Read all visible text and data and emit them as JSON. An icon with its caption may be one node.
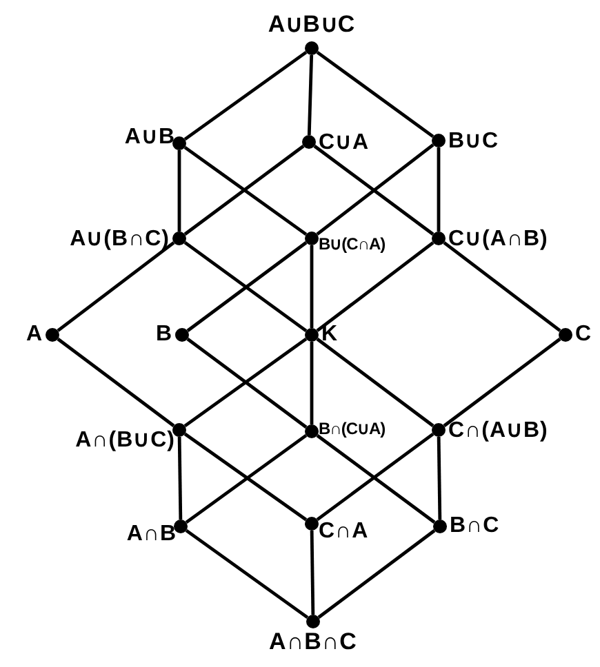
{
  "diagram": {
    "nodes": [
      {
        "text": [
          "A∪B∪C"
        ]
      },
      {
        "text": [
          "A∪B"
        ]
      },
      {
        "text": [
          "C∪A"
        ]
      },
      {
        "text": [
          "B∪C"
        ]
      },
      {
        "text": [
          "A∪(B∩C)"
        ]
      },
      {
        "text": [
          "B∪(C∩A)"
        ]
      },
      {
        "text": [
          "C∪(A∩B)"
        ]
      },
      {
        "text": [
          "A"
        ]
      },
      {
        "text": [
          "B"
        ]
      },
      {
        "text": [
          "K"
        ]
      },
      {
        "text": [
          "C"
        ]
      },
      {
        "text": [
          "A∩(B∪C)"
        ]
      },
      {
        "text": [
          "B∩(C∪A)"
        ]
      },
      {
        "text": [
          "C∩(A∪B)"
        ]
      },
      {
        "text": [
          "A∩B"
        ]
      },
      {
        "text": [
          "C∩A"
        ]
      },
      {
        "text": [
          "B∩C"
        ]
      },
      {
        "text": [
          "A∩B∩C"
        ]
      }
    ],
    "edges": [
      {
        "from": 0,
        "to": 1,
        "arrow": "none"
      },
      {
        "from": 0,
        "to": 2,
        "arrow": "none"
      },
      {
        "from": 0,
        "to": 3,
        "arrow": "none"
      },
      {
        "from": 1,
        "to": 4,
        "arrow": "none"
      },
      {
        "from": 1,
        "to": 5,
        "arrow": "none"
      },
      {
        "from": 2,
        "to": 4,
        "arrow": "none"
      },
      {
        "from": 2,
        "to": 6,
        "arrow": "none"
      },
      {
        "from": 3,
        "to": 5,
        "arrow": "none"
      },
      {
        "from": 3,
        "to": 6,
        "arrow": "none"
      },
      {
        "from": 4,
        "to": 7,
        "arrow": "none"
      },
      {
        "from": 4,
        "to": 9,
        "arrow": "none"
      },
      {
        "from": 5,
        "to": 8,
        "arrow": "none"
      },
      {
        "from": 5,
        "to": 9,
        "arrow": "none"
      },
      {
        "from": 6,
        "to": 9,
        "arrow": "none"
      },
      {
        "from": 6,
        "to": 10,
        "arrow": "none"
      },
      {
        "from": 7,
        "to": 11,
        "arrow": "none"
      },
      {
        "from": 8,
        "to": 12,
        "arrow": "none"
      },
      {
        "from": 9,
        "to": 11,
        "arrow": "none"
      },
      {
        "from": 9,
        "to": 12,
        "arrow": "none"
      },
      {
        "from": 9,
        "to": 13,
        "arrow": "none"
      },
      {
        "from": 10,
        "to": 13,
        "arrow": "none"
      },
      {
        "from": 11,
        "to": 14,
        "arrow": "none"
      },
      {
        "from": 11,
        "to": 15,
        "arrow": "none"
      },
      {
        "from": 12,
        "to": 14,
        "arrow": "none"
      },
      {
        "from": 12,
        "to": 16,
        "arrow": "none"
      },
      {
        "from": 13,
        "to": 15,
        "arrow": "none"
      },
      {
        "from": 13,
        "to": 16,
        "arrow": "none"
      },
      {
        "from": 14,
        "to": 17,
        "arrow": "none"
      },
      {
        "from": 15,
        "to": 17,
        "arrow": "none"
      },
      {
        "from": 16,
        "to": 17,
        "arrow": "none"
      }
    ]
  }
}
